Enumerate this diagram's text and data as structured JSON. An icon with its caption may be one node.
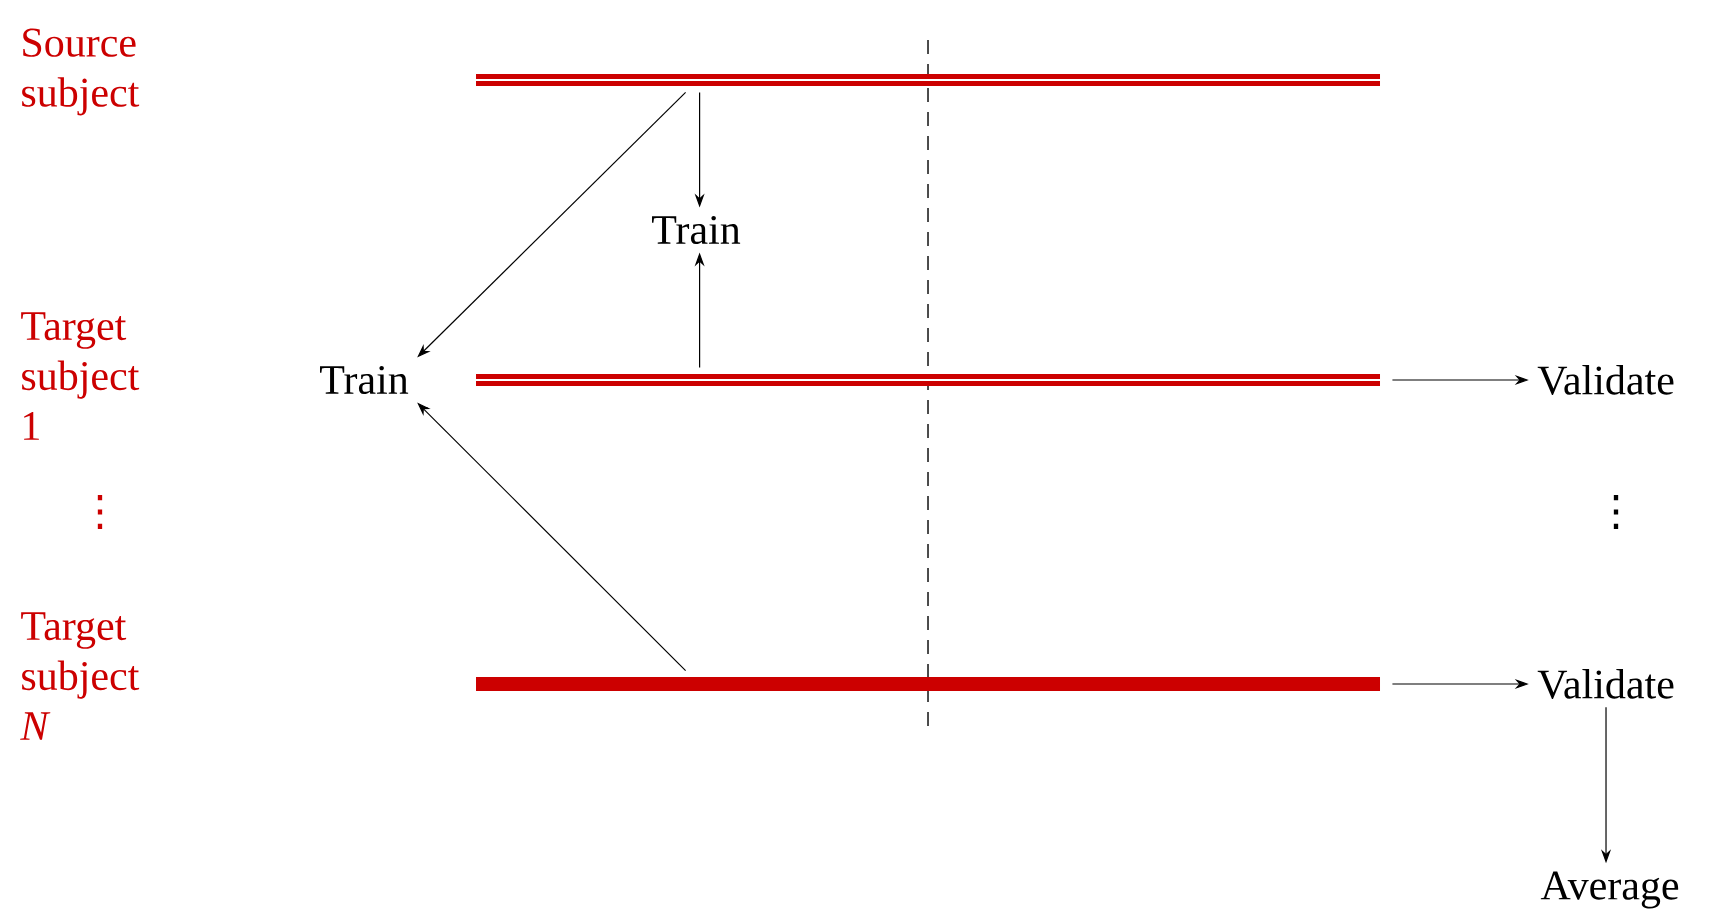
{
  "diagram": {
    "nodes": [
      {
        "text": [],
        "shape": "bar"
      },
      {
        "text": [
          "Train"
        ]
      },
      {
        "text": [
          "Train"
        ]
      },
      {
        "text": [],
        "shape": "bar"
      },
      {
        "text": [
          "Validate"
        ]
      },
      {
        "text": [],
        "shape": "bar"
      },
      {
        "text": [
          "Validate"
        ]
      },
      {
        "text": [
          "Average"
        ]
      }
    ],
    "edges": [
      {
        "from": 0,
        "to": 1,
        "arrow": "to"
      },
      {
        "from": 3,
        "to": 1,
        "arrow": "to"
      },
      {
        "from": 0,
        "to": 2,
        "arrow": "to"
      },
      {
        "from": 5,
        "to": 2,
        "arrow": "to"
      },
      {
        "from": 3,
        "to": 4,
        "arrow": "to"
      },
      {
        "from": 5,
        "to": 6,
        "arrow": "to"
      },
      {
        "from": 6,
        "to": 7,
        "arrow": "to"
      }
    ],
    "labels": [
      "Source subject",
      "Target subject 1",
      "⋮",
      "⋮",
      "Target subject *N*"
    ]
  }
}
